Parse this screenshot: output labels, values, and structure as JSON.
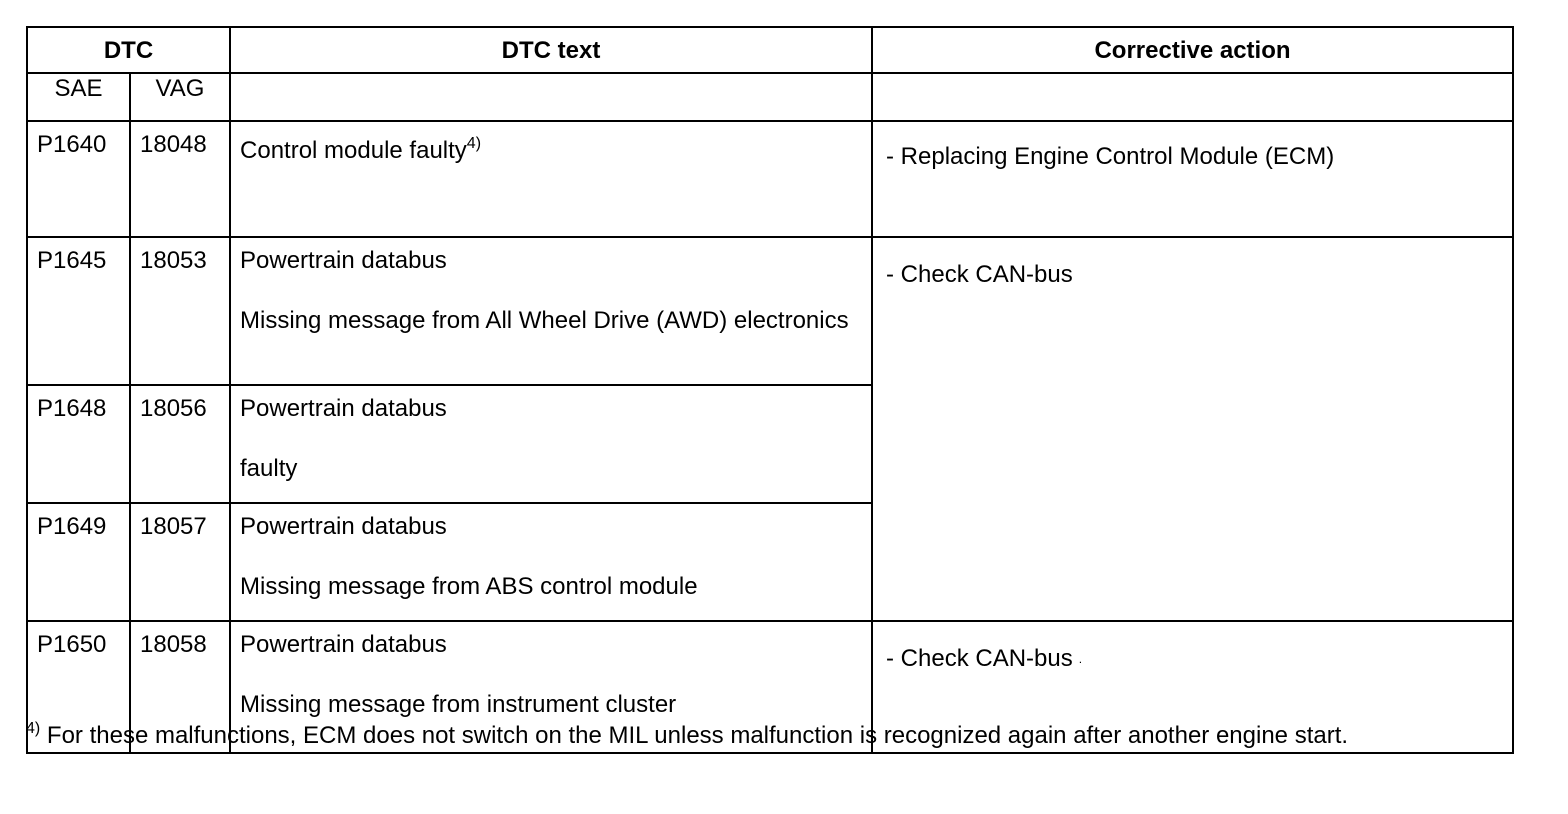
{
  "table": {
    "headers": {
      "dtc": "DTC",
      "dtc_text": "DTC text",
      "corrective_action": "Corrective action"
    },
    "subheaders": {
      "sae": "SAE",
      "vag": "VAG"
    },
    "rows": [
      {
        "sae": "P1640",
        "vag": "18048",
        "text_line1": "Control module faulty",
        "text_sup": "4)",
        "action": "- Replacing Engine Control Module (ECM)"
      },
      {
        "sae": "P1645",
        "vag": "18053",
        "text_line1": "Powertrain databus",
        "text_line2": "Missing message from All Wheel Drive (AWD) electronics",
        "action": "- Check CAN-bus"
      },
      {
        "sae": "P1648",
        "vag": "18056",
        "text_line1": "Powertrain databus",
        "text_line2": "faulty"
      },
      {
        "sae": "P1649",
        "vag": "18057",
        "text_line1": "Powertrain databus",
        "text_line2": "Missing message from ABS control module"
      },
      {
        "sae": "P1650",
        "vag": "18058",
        "text_line1": "Powertrain databus",
        "text_line2": "Missing message from instrument cluster",
        "action": "- Check CAN-bus",
        "action_mark": "."
      }
    ]
  },
  "footnote": {
    "marker": "4)",
    "text": "For these malfunctions, ECM does not switch on the MIL unless malfunction is recognized again after another engine start."
  }
}
